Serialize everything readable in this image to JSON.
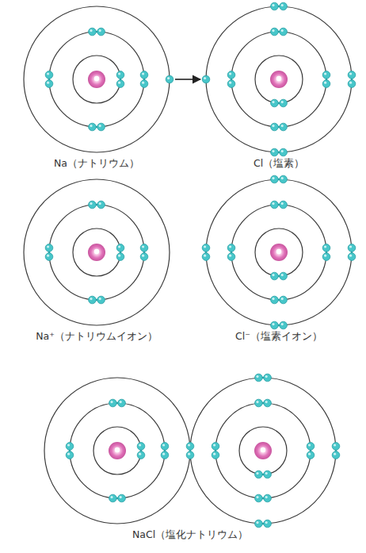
{
  "diagram": {
    "nodes": [
      {
        "text": [
          "Na（ナトリウム）"
        ]
      },
      {
        "text": [
          "Cl（塩素）"
        ]
      },
      {
        "text": [
          "Na⁺（ナトリウムイオン）"
        ]
      },
      {
        "text": [
          "Cl⁻（塩素イオン）"
        ]
      },
      {
        "text": [
          "NaCl（塩化ナトリウム）"
        ]
      }
    ],
    "edges": [
      {
        "from": 0,
        "to": 1,
        "arrow": "to"
      }
    ]
  }
}
